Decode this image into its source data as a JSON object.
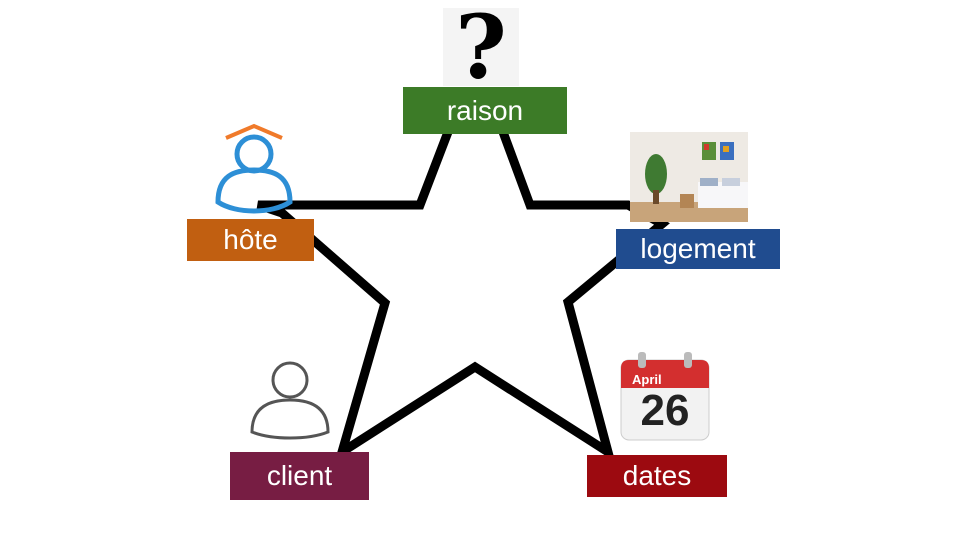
{
  "nodes": {
    "raison": {
      "label": "raison",
      "color": "#3c7b27"
    },
    "hote": {
      "label": "hôte",
      "color": "#c15f11"
    },
    "logement": {
      "label": "logement",
      "color": "#204c8f"
    },
    "client": {
      "label": "client",
      "color": "#771d43"
    },
    "dates": {
      "label": "dates",
      "color": "#9c0a10"
    }
  },
  "icons": {
    "raison": "question-mark-icon",
    "hote": "host-user-icon",
    "logement": "bedroom-photo",
    "client": "user-outline-icon",
    "dates": "calendar-icon"
  },
  "calendar": {
    "month": "April",
    "day": "26"
  },
  "question_glyph": "?",
  "star_color": "#000000"
}
